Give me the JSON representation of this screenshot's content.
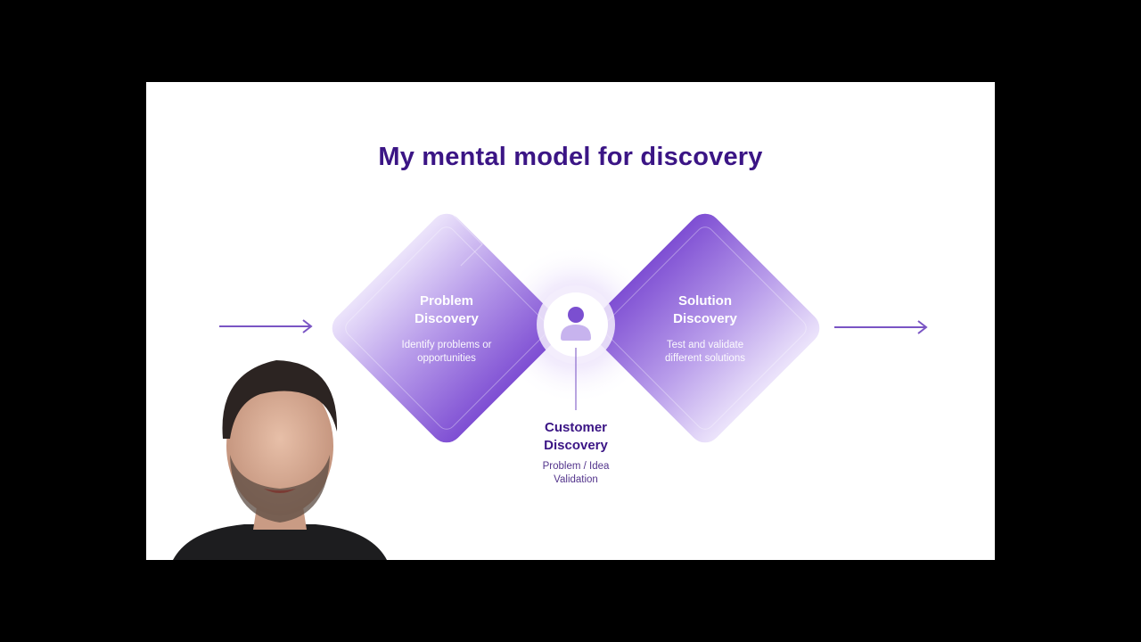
{
  "slide": {
    "title": "My mental model for discovery"
  },
  "diagram": {
    "problem": {
      "title_line1": "Problem",
      "title_line2": "Discovery",
      "sub_line1": "Identify problems or",
      "sub_line2": "opportunities"
    },
    "solution": {
      "title_line1": "Solution",
      "title_line2": "Discovery",
      "sub_line1": "Test and validate",
      "sub_line2": "different solutions"
    },
    "customer": {
      "title_line1": "Customer",
      "title_line2": "Discovery",
      "sub_line1": "Problem / Idea",
      "sub_line2": "Validation",
      "icon": "user-icon"
    },
    "colors": {
      "title": "#3b1585",
      "diamond_light": "#c9b3ee",
      "diamond_dark": "#8656d6",
      "arrow": "#7a55c4"
    }
  }
}
